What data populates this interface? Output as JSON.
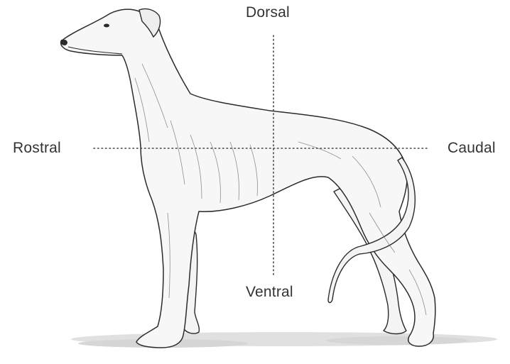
{
  "labels": {
    "dorsal": "Dorsal",
    "ventral": "Ventral",
    "rostral": "Rostral",
    "caudal": "Caudal"
  },
  "colors": {
    "ink": "#2b2b2b",
    "label_text": "#333333",
    "axis_dots": "#444444",
    "shadow": "#bdbdbd",
    "background": "#ffffff"
  },
  "icons": {
    "subject": "greyhound-dog-illustration"
  }
}
